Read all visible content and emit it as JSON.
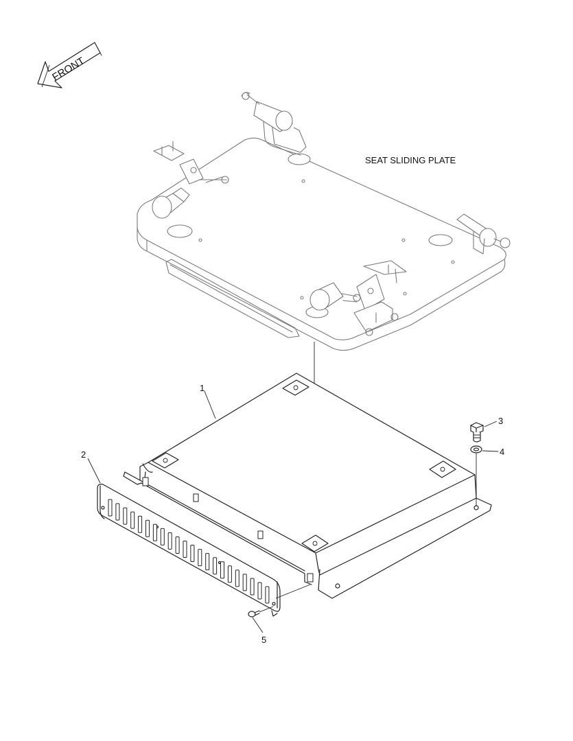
{
  "front_arrow": {
    "text": "FRONT",
    "icon": "front-direction-arrow-icon"
  },
  "labels": {
    "seat_sliding_plate": "SEAT SLIDING PLATE",
    "part_1": "1",
    "part_2": "2",
    "part_3": "3",
    "part_4": "4",
    "part_5": "5"
  },
  "colors": {
    "line": "#222222",
    "ghost_line": "#7a7a7a",
    "background": "#ffffff"
  }
}
